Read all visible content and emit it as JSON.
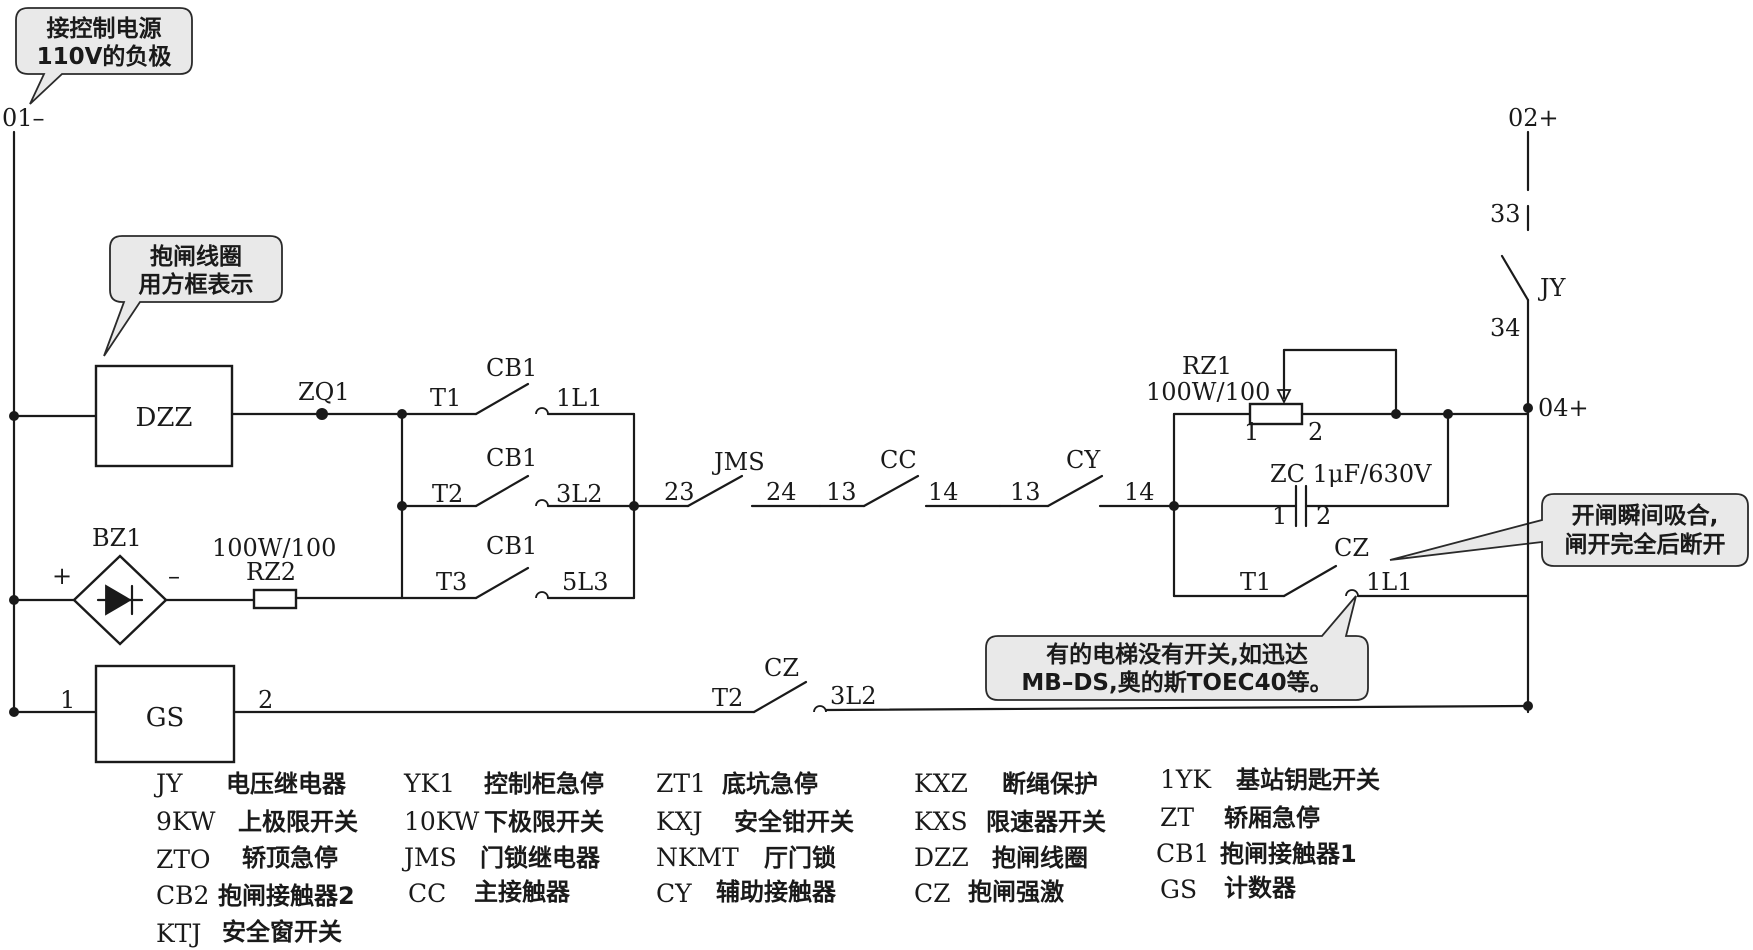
{
  "terminals": {
    "neg": "01–",
    "pos": "02+",
    "node04": "04+"
  },
  "callouts": {
    "power": [
      "接控制电源",
      "110V的负极"
    ],
    "coil": [
      "抱闸线圈",
      "用方框表示"
    ],
    "cz_note": [
      "开闸瞬间吸合,",
      "闸开完全后断开"
    ],
    "no_switch": [
      "有的电梯没有开关,如迅达",
      "MB–DS,奥的斯TOEC40等。"
    ]
  },
  "components": {
    "dzz": "DZZ",
    "zq1": "ZQ1",
    "gs": "GS",
    "bz1": "BZ1",
    "rz2": "RZ2",
    "rz2_rating": "100W/100",
    "rz1": "RZ1",
    "rz1_rating": "100W/100",
    "zc": "ZC 1μF/630V",
    "jy": "JY",
    "jms": "JMS",
    "cc": "CC",
    "cy": "CY",
    "cb1": "CB1",
    "cz": "CZ",
    "plus": "+",
    "minus": "–"
  },
  "pins": {
    "t1": "T1",
    "t2": "T2",
    "t3": "T3",
    "l1": "1L1",
    "l2": "3L2",
    "l3": "5L3",
    "p23": "23",
    "p24": "24",
    "p13": "13",
    "p14": "14",
    "p33": "33",
    "p34": "34",
    "one": "1",
    "two": "2"
  },
  "legend": [
    [
      {
        "code": "JY",
        "desc": "电压继电器"
      },
      {
        "code": "YK1",
        "desc": "控制柜急停"
      },
      {
        "code": "ZT1",
        "desc": "底坑急停"
      },
      {
        "code": "KXZ",
        "desc": "断绳保护"
      },
      {
        "code": "1YK",
        "desc": "基站钥匙开关"
      }
    ],
    [
      {
        "code": "9KW",
        "desc": "上极限开关"
      },
      {
        "code": "10KW",
        "desc": "下极限开关"
      },
      {
        "code": "KXJ",
        "desc": "安全钳开关"
      },
      {
        "code": "KXS",
        "desc": "限速器开关"
      },
      {
        "code": "ZT",
        "desc": "轿厢急停"
      }
    ],
    [
      {
        "code": "ZTO",
        "desc": "轿顶急停"
      },
      {
        "code": "JMS",
        "desc": "门锁继电器"
      },
      {
        "code": "NKMT",
        "desc": "厅门锁"
      },
      {
        "code": "DZZ",
        "desc": "抱闸线圈"
      },
      {
        "code": "CB1",
        "desc": "抱闸接触器1"
      }
    ],
    [
      {
        "code": "CB2",
        "desc": "抱闸接触器2"
      },
      {
        "code": "CC",
        "desc": "主接触器"
      },
      {
        "code": "CY",
        "desc": "辅助接触器"
      },
      {
        "code": "CZ",
        "desc": "抱闸强激"
      },
      {
        "code": "GS",
        "desc": "计数器"
      }
    ],
    [
      {
        "code": "KTJ",
        "desc": "安全窗开关"
      }
    ]
  ]
}
